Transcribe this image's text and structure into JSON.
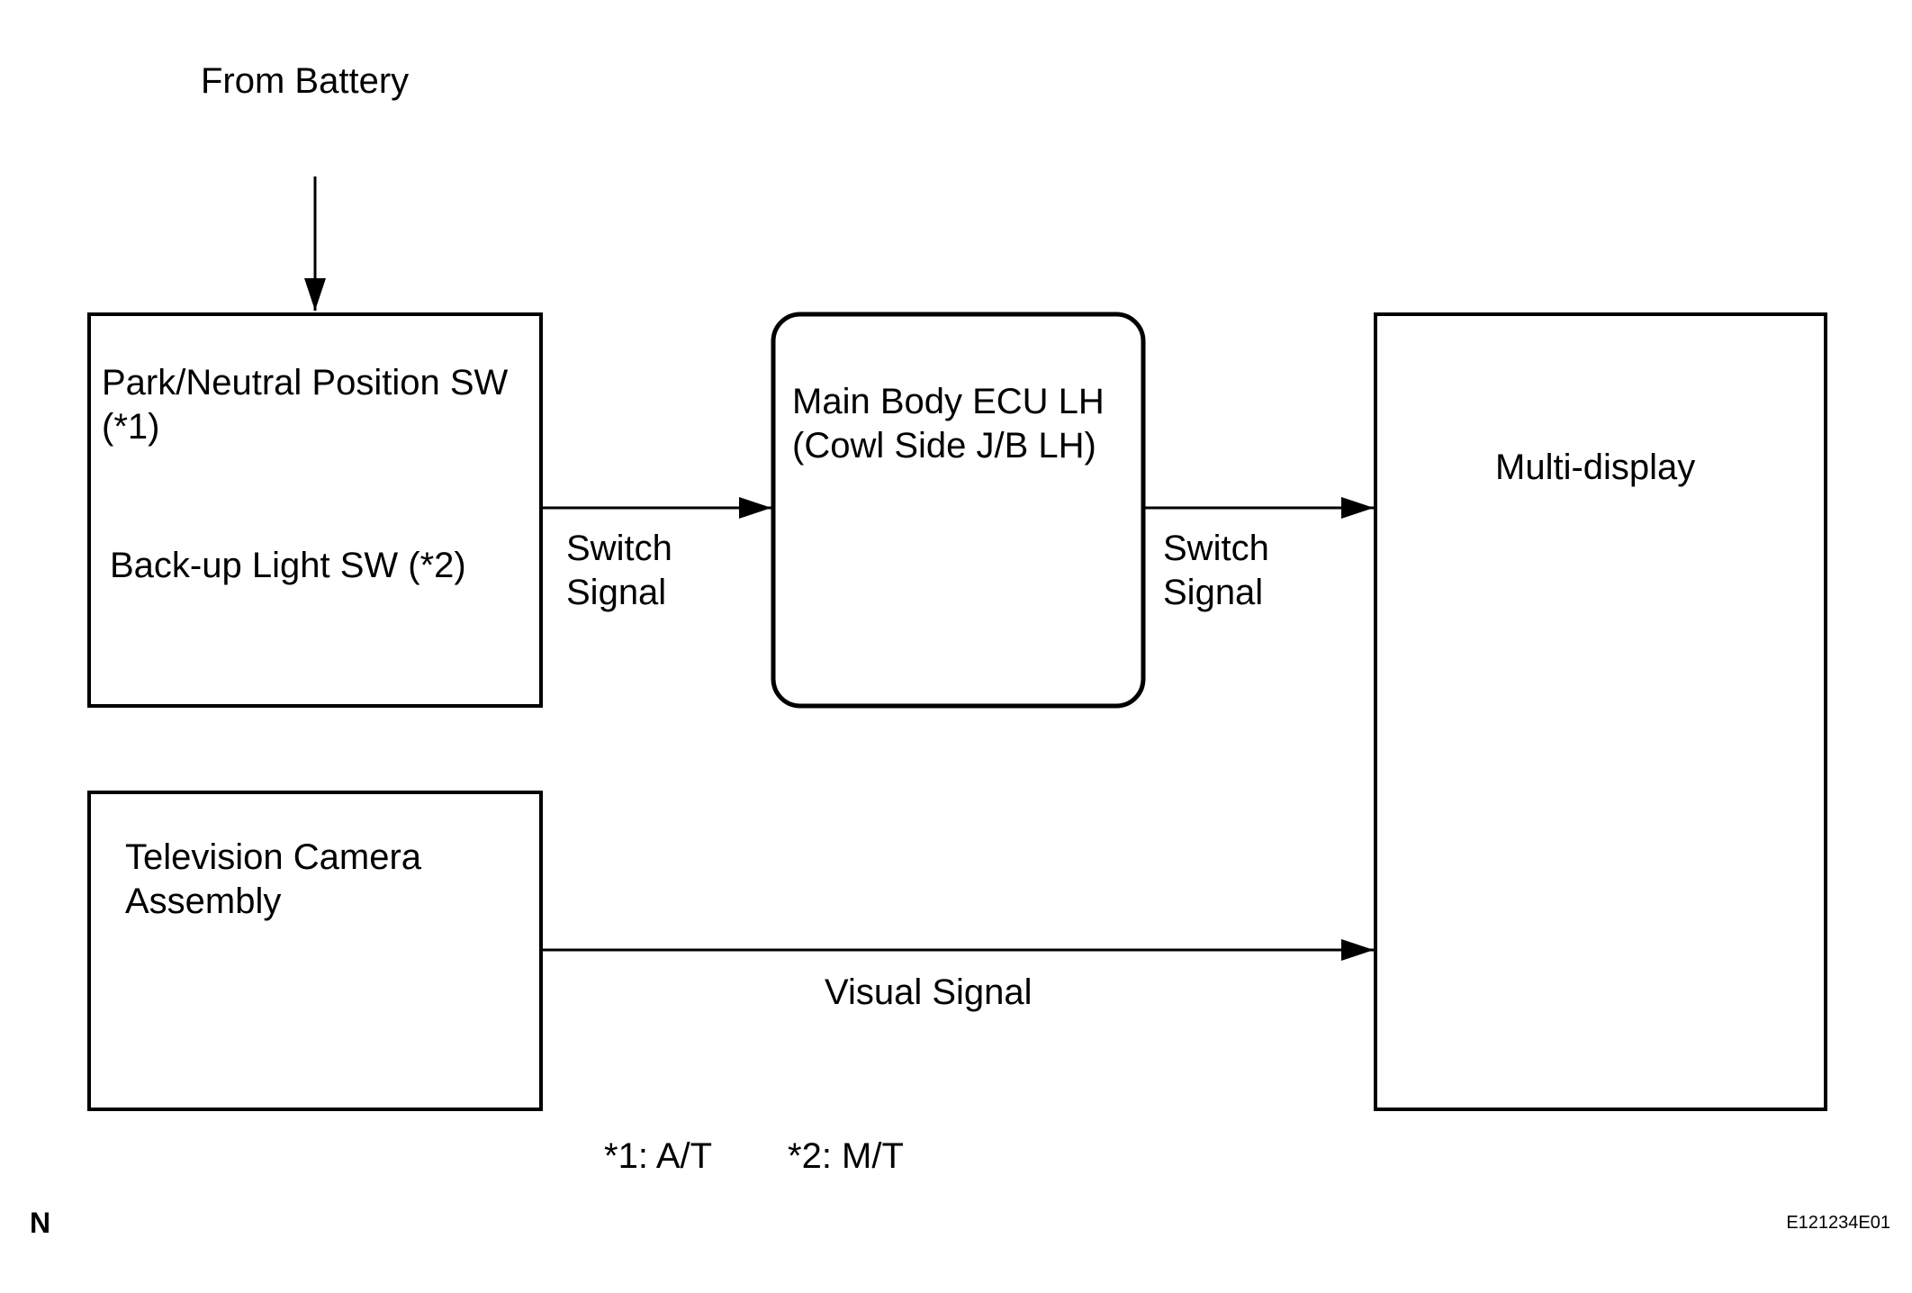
{
  "source": {
    "label": "From Battery"
  },
  "switch_box": {
    "line1": "Park/Neutral Position SW",
    "line2": "(*1)",
    "line3": "Back-up Light SW (*2)"
  },
  "ecu_box": {
    "line1": "Main Body ECU LH",
    "line2": "(Cowl Side J/B LH)"
  },
  "display_box": {
    "label": "Multi-display"
  },
  "camera_box": {
    "line1": "Television Camera",
    "line2": "Assembly"
  },
  "connections": {
    "switch_to_ecu": {
      "line1": "Switch",
      "line2": "Signal"
    },
    "ecu_to_display": {
      "line1": "Switch",
      "line2": "Signal"
    },
    "camera_to_display": {
      "label": "Visual Signal"
    }
  },
  "notes": {
    "note1": "*1: A/T",
    "note2": "*2: M/T"
  },
  "corner": {
    "letter": "N",
    "figure_id": "E121234E01"
  }
}
